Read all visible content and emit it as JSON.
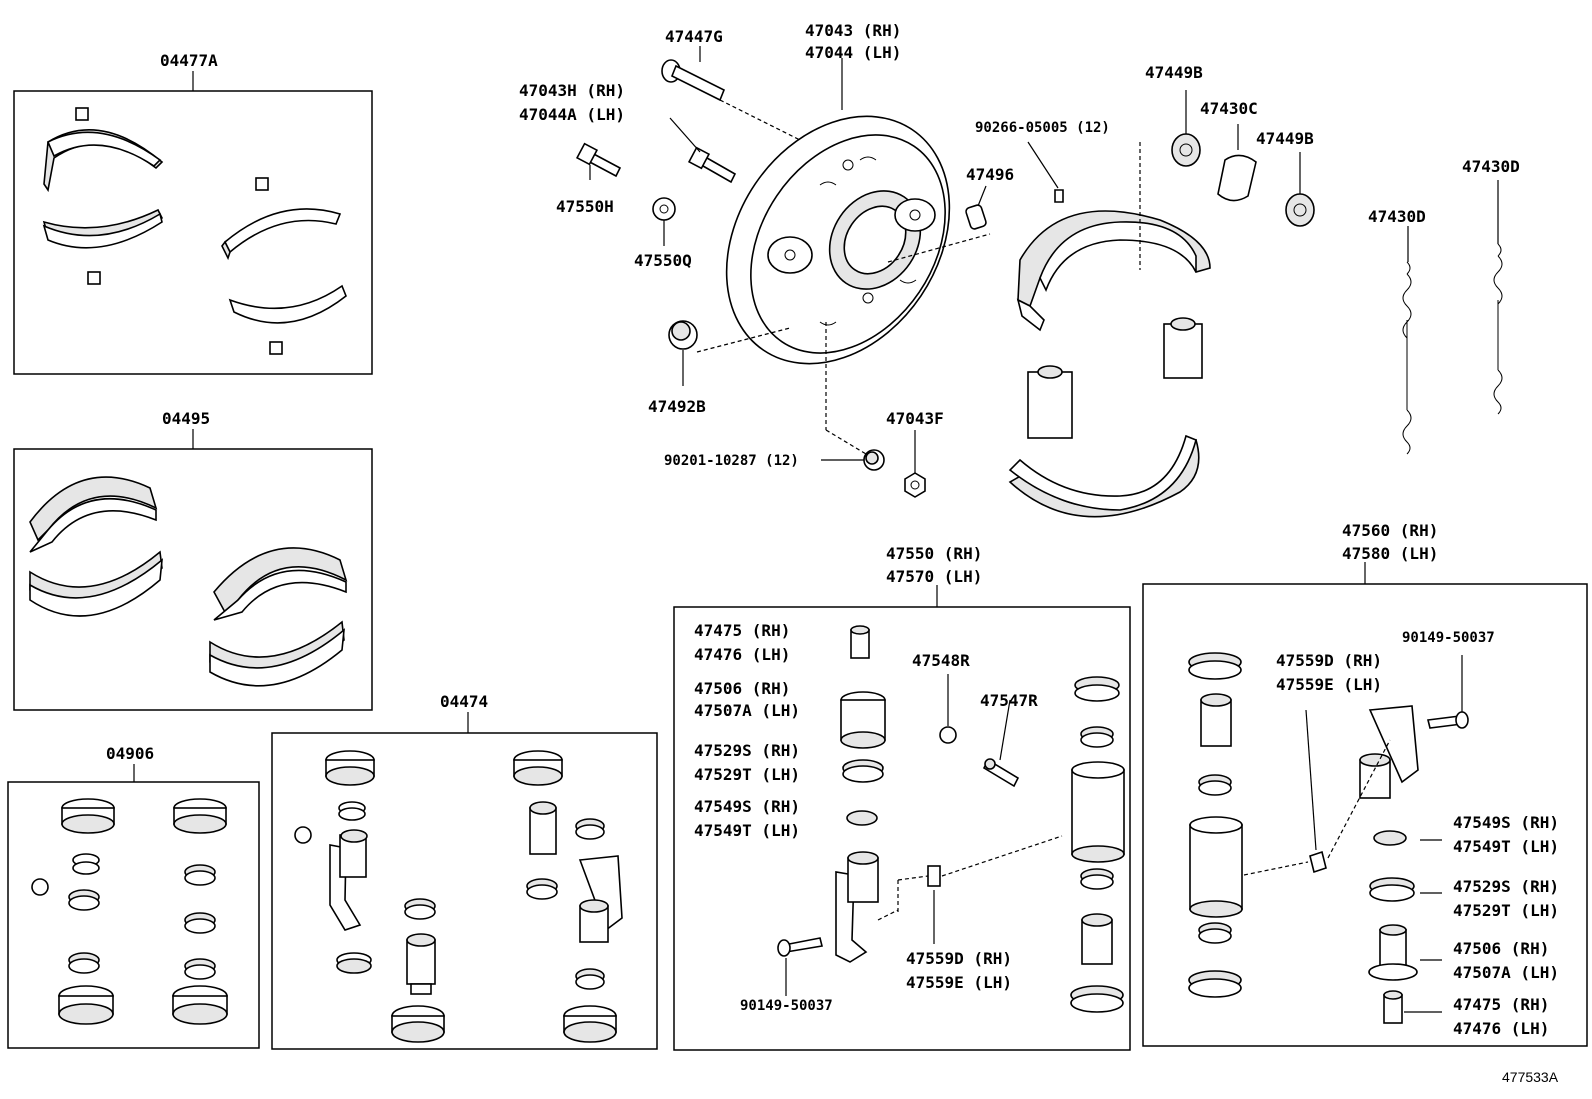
{
  "diagram_id": "477533A",
  "groups": {
    "shoe_lining_kit": "04477A",
    "shoe_kit": "04495",
    "cup_kit_a": "04906",
    "cup_kit_b": "04474"
  },
  "labels": {
    "pin": "47447G",
    "plate_rh": "47043 (RH)",
    "plate_lh": "47044 (LH)",
    "bolt_rh": "47043H (RH)",
    "bolt_lh": "47044A (LH)",
    "bleeder": "47550H",
    "cap": "47550Q",
    "plug": "47492B",
    "nut": "90201-10287 (12)",
    "nut2": "47043F",
    "rivet": "90266-05005 (12)",
    "clip": "47496",
    "spring_seat_a": "47449B",
    "spring_mid": "47430C",
    "spring_seat_b": "47449B",
    "spring_d1": "47430D",
    "spring_d2": "47430D",
    "cyl1_rh": "47550 (RH)",
    "cyl1_lh": "47570 (LH)",
    "cyl2_rh": "47560 (RH)",
    "cyl2_lh": "47580 (LH)",
    "a1_rh": "47475 (RH)",
    "a1_lh": "47476 (LH)",
    "a2_rh": "47506 (RH)",
    "a2_lh": "47507A (LH)",
    "a3_rh": "47529S (RH)",
    "a3_lh": "47529T (LH)",
    "a4_rh": "47549S (RH)",
    "a4_lh": "47549T (LH)",
    "a_bolt": "90149-50037",
    "a_cap": "47548R",
    "a_bleed": "47547R",
    "a_plate_rh": "47559D (RH)",
    "a_plate_lh": "47559E (LH)",
    "b_plate_rh": "47559D (RH)",
    "b_plate_lh": "47559E (LH)",
    "b_bolt": "90149-50037",
    "b4_rh": "47549S (RH)",
    "b4_lh": "47549T (LH)",
    "b3_rh": "47529S (RH)",
    "b3_lh": "47529T (LH)",
    "b2_rh": "47506 (RH)",
    "b2_lh": "47507A (LH)",
    "b1_rh": "47475 (RH)",
    "b1_lh": "47476 (LH)"
  }
}
